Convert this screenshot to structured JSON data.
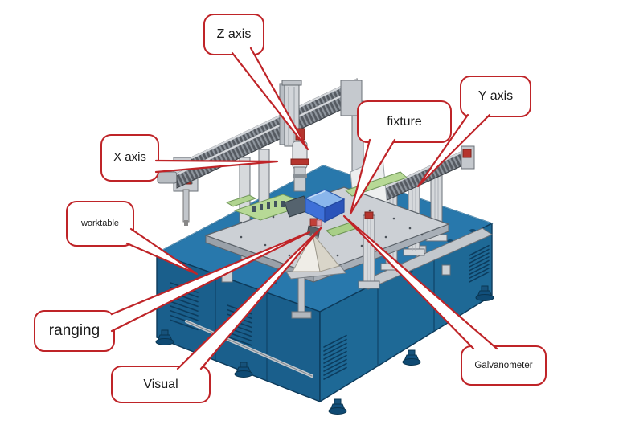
{
  "figure": {
    "background_color": "#ffffff",
    "callout_border_color": "#bf2428",
    "leader_line_color": "#bf2428",
    "machine_body_color": "#2176ab",
    "galvanometer_head_color": "#3e70d8",
    "fixture_plate_color": "#b7d996",
    "callouts": [
      {
        "id": "z-axis",
        "label": "Z axis"
      },
      {
        "id": "y-axis",
        "label": "Y axis"
      },
      {
        "id": "fixture",
        "label": "fixture"
      },
      {
        "id": "x-axis",
        "label": "X axis"
      },
      {
        "id": "worktable",
        "label": "worktable"
      },
      {
        "id": "ranging",
        "label": "ranging"
      },
      {
        "id": "visual",
        "label": "Visual"
      },
      {
        "id": "galvanometer",
        "label": "Galvanometer"
      }
    ]
  }
}
